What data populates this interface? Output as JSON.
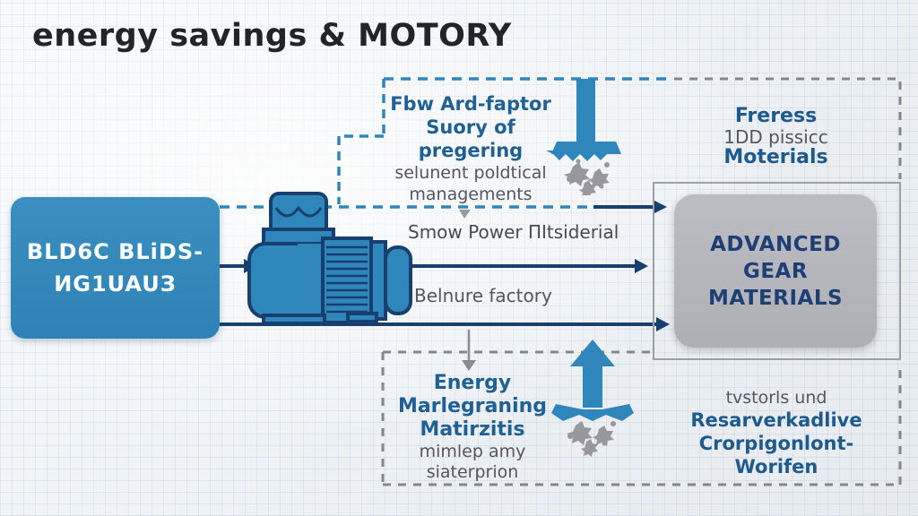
{
  "title": "energy savings & MOTORY",
  "left_box": {
    "line1": "BLD6C BLiDS-",
    "line2": "ИG1UAUЗ"
  },
  "top_flow_box": {
    "line1": "Fbw Ard-faptor",
    "line2": "Suory of pregering",
    "line3": "selunent poldtical",
    "line4": "managements"
  },
  "top_right_box": {
    "line1": "Freress",
    "line2": "1DD pissicc",
    "line3": "Moterials"
  },
  "middle": {
    "upper_label": "Smow Power ΠItsiderial",
    "lower_label": "Belnure factory"
  },
  "right_box": {
    "line1": "ADVANCED GEAR",
    "line2": "MATERIALS"
  },
  "bottom_box": {
    "line1": "Energy",
    "line2": "Marlegraning",
    "line3": "Matirzitis",
    "line4": "mimlep amy",
    "line5": "siaterprion"
  },
  "bottom_right_box": {
    "line1": "tvstorls und",
    "line2": "Resarverkadlive",
    "line3": "Crorpigonlont-Worifen"
  },
  "icons": {
    "motor": "electric-motor-icon",
    "top": "press-crusher-down-icon",
    "bottom": "press-crusher-up-arrow-icon"
  },
  "colors": {
    "accent_blue": "#2f86ba",
    "navy": "#17406e",
    "steel_text": "#1d5a8e",
    "gray_text": "#55555b",
    "gray_box": "#b3b4b9",
    "dashed_gray": "#85858b",
    "background": "#eef0f3"
  }
}
